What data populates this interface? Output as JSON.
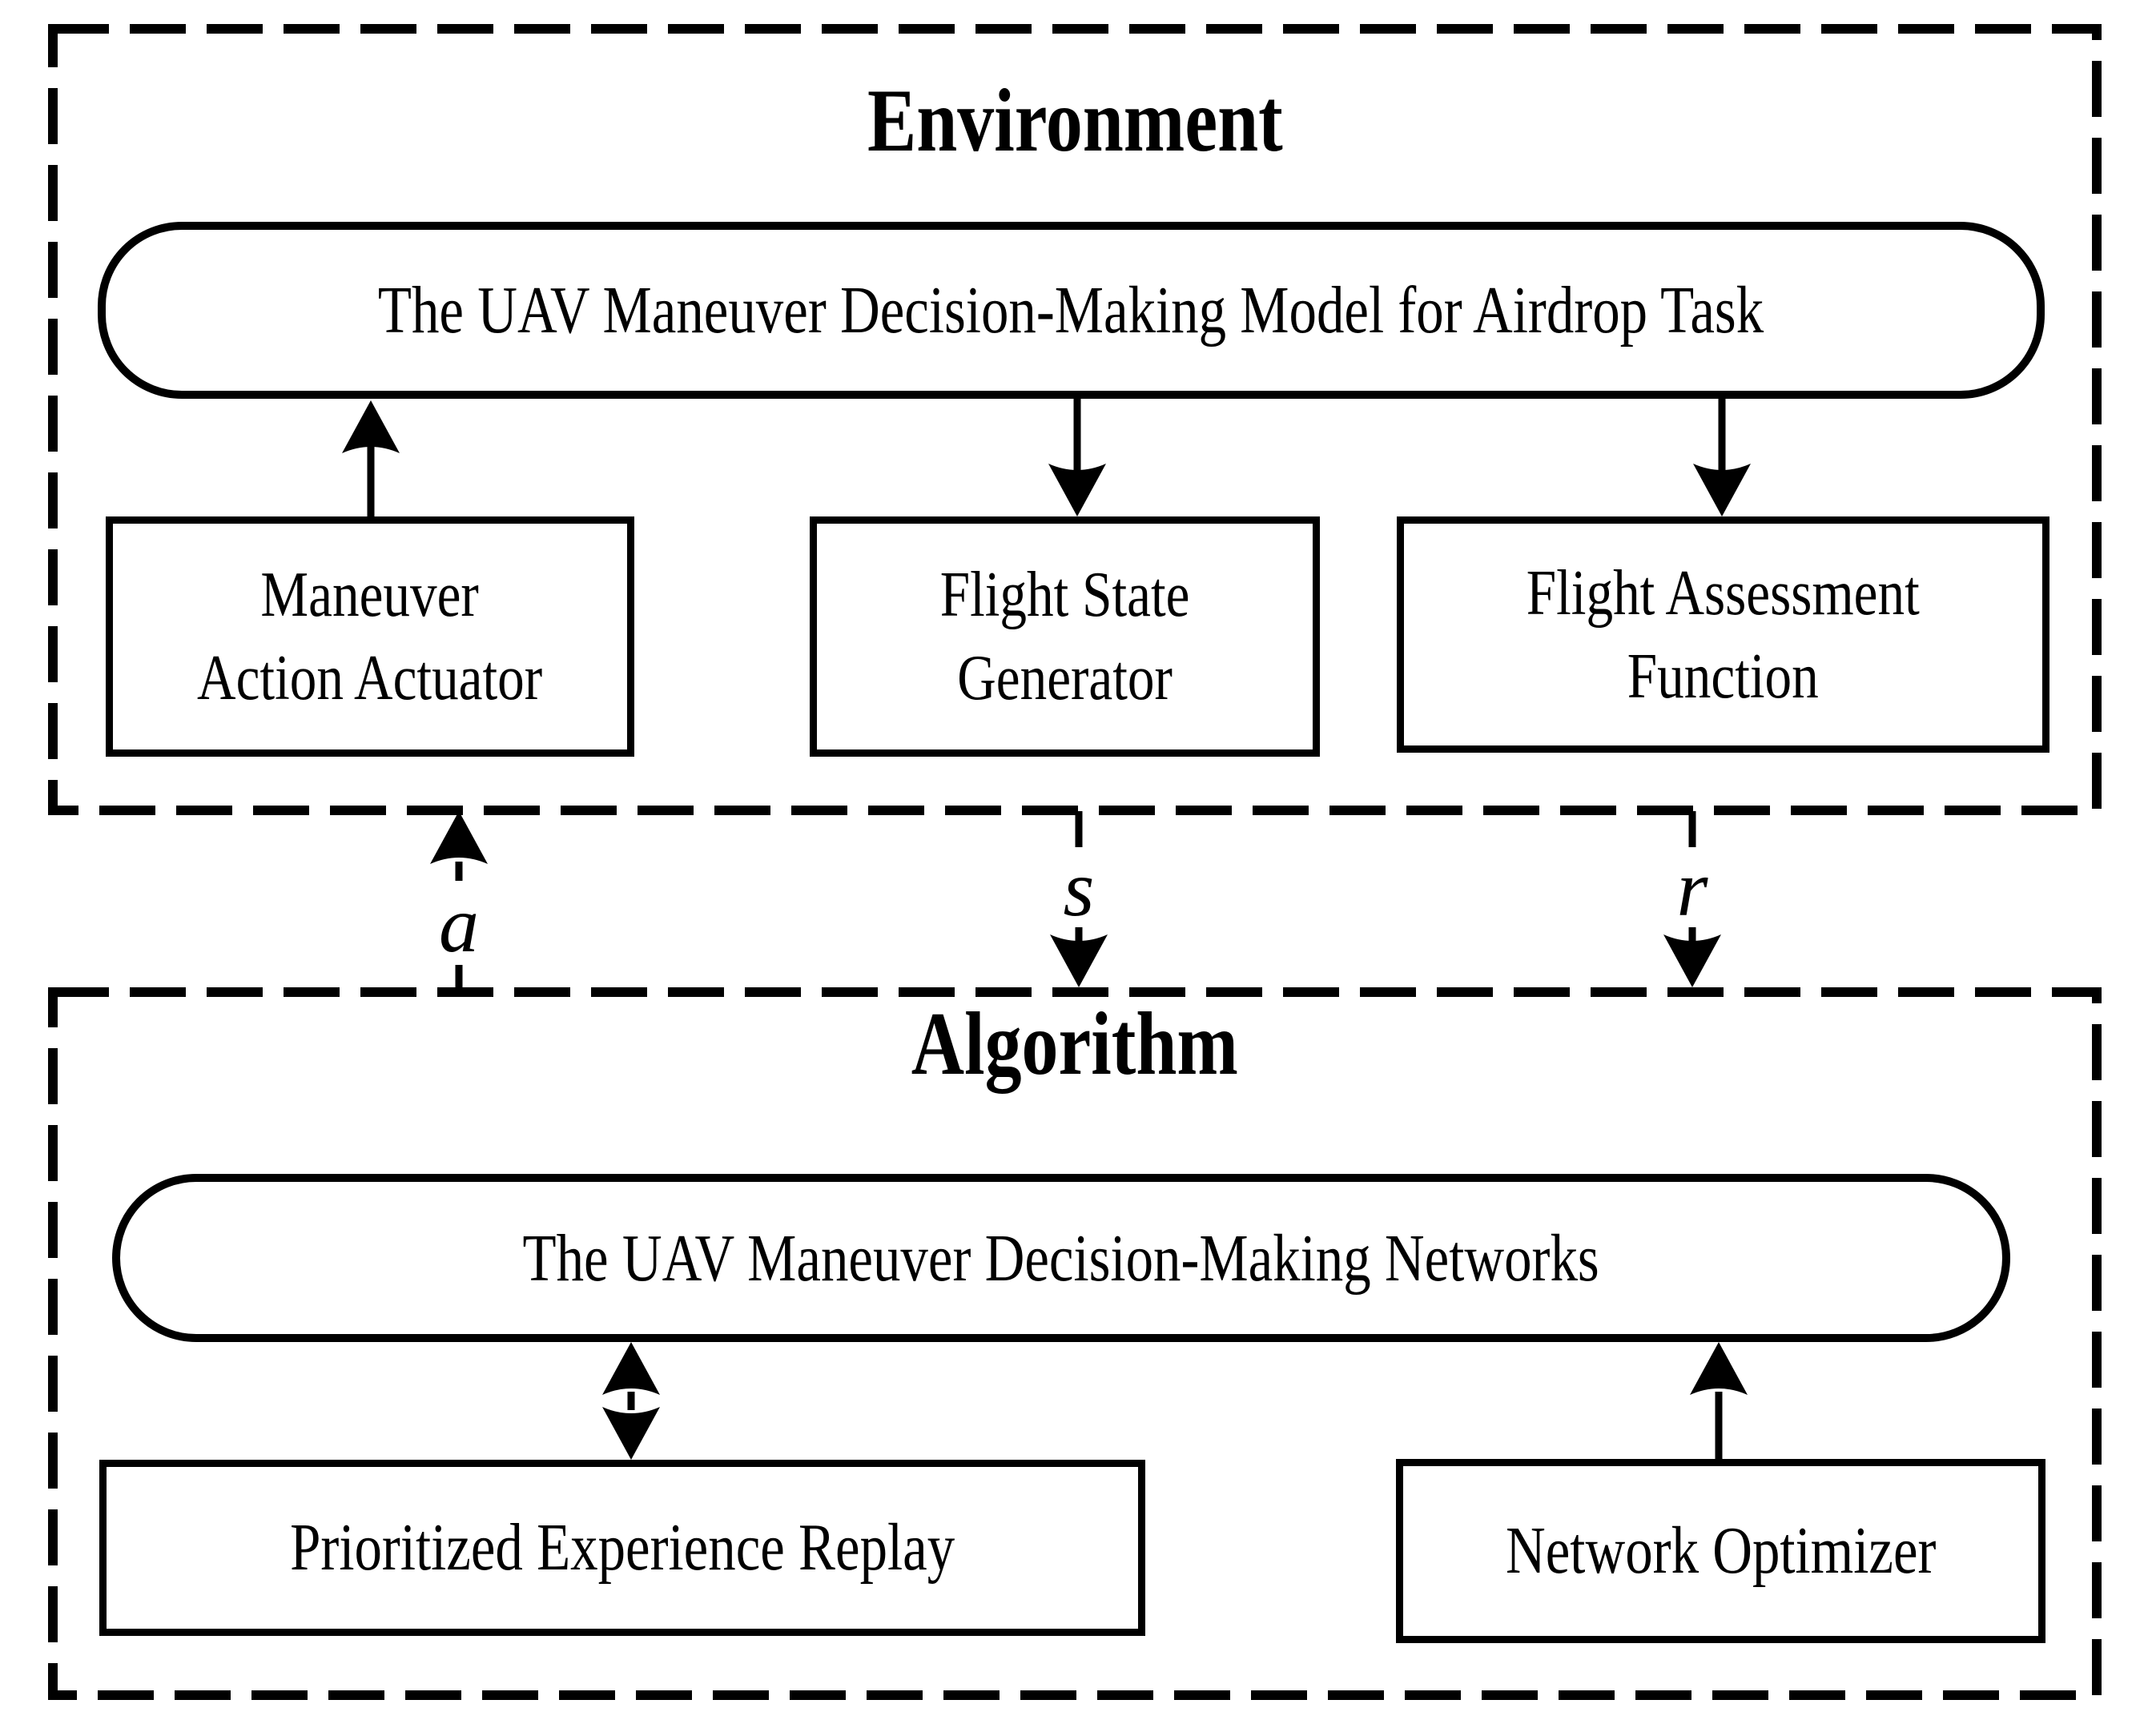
{
  "environment": {
    "title": "Environment",
    "model_label": "The UAV Maneuver Decision-Making Model for Airdrop Task",
    "maneuver_actuator": {
      "line1": "Maneuver",
      "line2": "Action Actuator"
    },
    "flight_state": {
      "line1": "Flight State",
      "line2": "Generator"
    },
    "flight_assessment": {
      "line1": "Flight Assessment",
      "line2": "Function"
    }
  },
  "signals": {
    "action": "a",
    "state": "s",
    "reward": "r"
  },
  "algorithm": {
    "title": "Algorithm",
    "networks_label": "The UAV Maneuver Decision-Making Networks",
    "replay_label": "Prioritized Experience Replay",
    "optimizer_label": "Network Optimizer"
  },
  "colors": {
    "ink": "#000000",
    "background": "#ffffff"
  }
}
